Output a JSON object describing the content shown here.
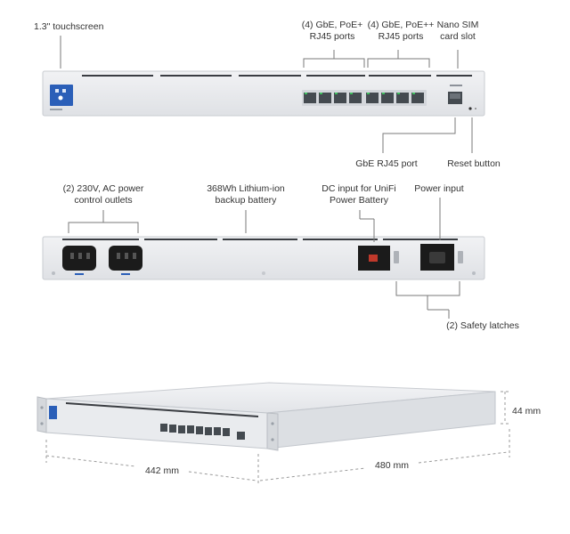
{
  "front_panel": {
    "touchscreen": "1.3\" touchscreen",
    "poe_plus_ports": [
      "(4) GbE, PoE+",
      "RJ45 ports"
    ],
    "poe_plusplus_ports": [
      "(4) GbE, PoE++",
      "RJ45 ports"
    ],
    "nano_sim": [
      "Nano SIM",
      "card slot"
    ],
    "gbe_port": "GbE RJ45 port",
    "reset_button": "Reset button"
  },
  "rear_panel": {
    "power_outlets": [
      "(2) 230V, AC power",
      "control outlets"
    ],
    "battery": [
      "368Wh Lithium-ion",
      "backup battery"
    ],
    "dc_input": [
      "DC input for UniFi",
      "Power Battery"
    ],
    "power_input": "Power input",
    "safety_latches": "(2) Safety latches"
  },
  "dimensions": {
    "height": "44 mm",
    "depth": "442 mm",
    "width": "480 mm"
  },
  "colors": {
    "chassis": "#e8eaed",
    "chassis_edge": "#c9ccd1",
    "port": "#444a50",
    "port_led": "#3fbf5f",
    "screen": "#2b5fb8",
    "outlet": "#1b1b1b",
    "leader": "#7a7a7a"
  }
}
